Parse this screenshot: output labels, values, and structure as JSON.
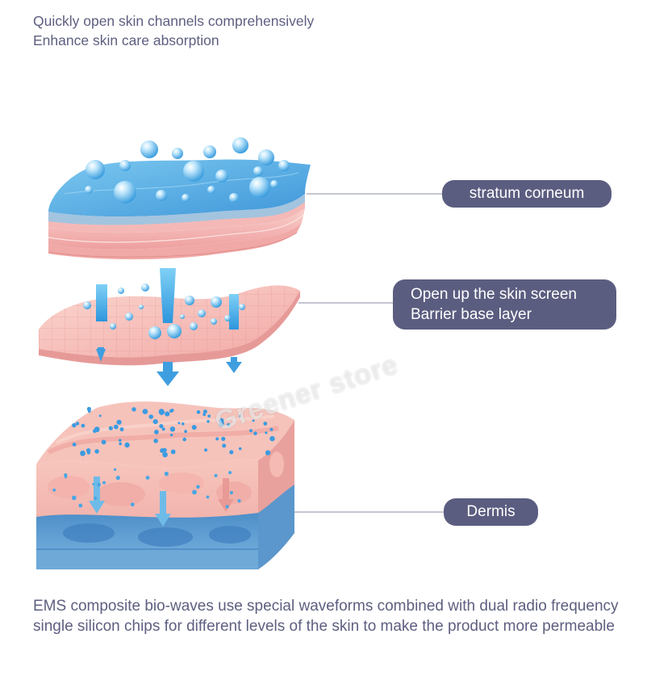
{
  "heading": {
    "line1": "Quickly open skin channels comprehensively",
    "line2": "Enhance skin care absorption"
  },
  "labels": {
    "stratum_corneum": "stratum corneum",
    "barrier_line1": "Open up the skin screen",
    "barrier_line2": "Barrier base layer",
    "dermis": "Dermis"
  },
  "footer_text": "EMS composite bio-waves use special waveforms combined with dual radio frequency single silicon chips for different levels of the skin to make the product more permeable",
  "watermark": "Greener store",
  "colors": {
    "label_bg": "#5b5d80",
    "text": "#5d5f80",
    "water_blue": "#5fb3e6",
    "skin_pink": "#f3b5b5"
  }
}
